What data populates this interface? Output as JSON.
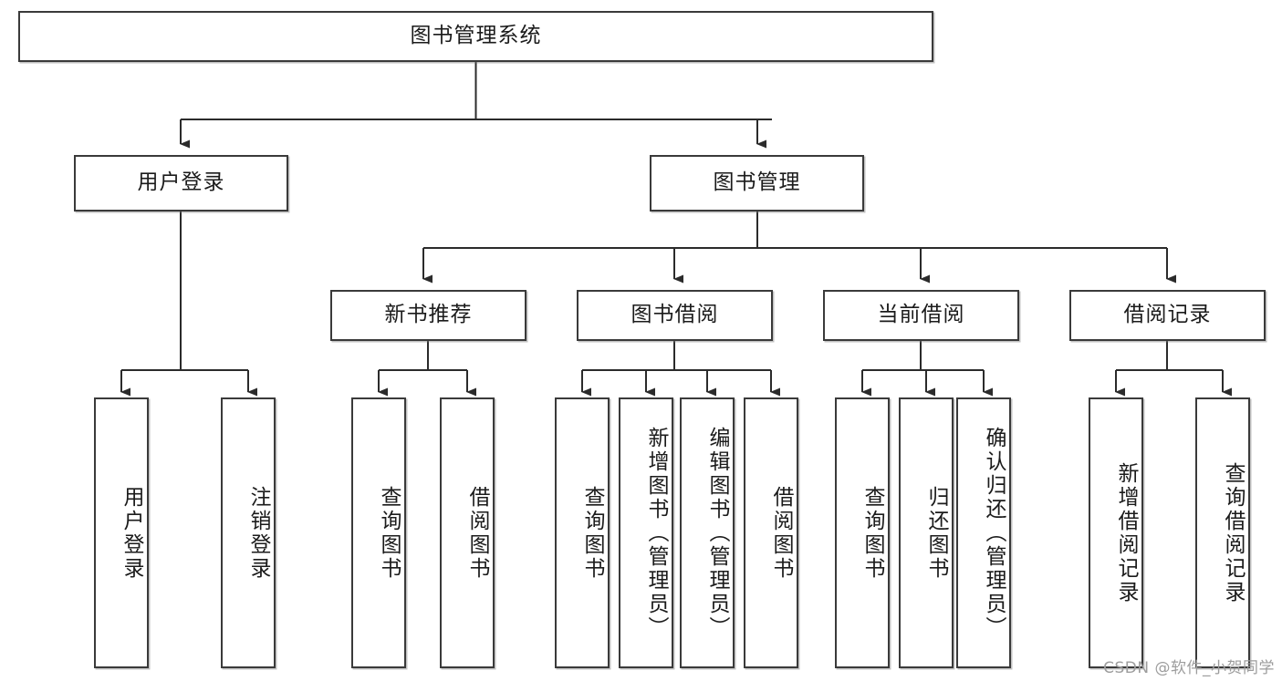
{
  "diagram": {
    "title": "图书管理系统",
    "type": "tree-hierarchy-chart",
    "root": {
      "label": "图书管理系统"
    },
    "level2": [
      {
        "label": "用户登录"
      },
      {
        "label": "图书管理"
      }
    ],
    "level3": [
      {
        "label": "新书推荐"
      },
      {
        "label": "图书借阅"
      },
      {
        "label": "当前借阅"
      },
      {
        "label": "借阅记录"
      }
    ],
    "leaves": {
      "user_login": [
        {
          "label": "用户登录"
        },
        {
          "label": "注销登录"
        }
      ],
      "new_book_recommend": [
        {
          "label": "查询图书"
        },
        {
          "label": "借阅图书"
        }
      ],
      "book_borrow": [
        {
          "label": "查询图书"
        },
        {
          "label": "新增图书（管理员）"
        },
        {
          "label": "编辑图书（管理员）"
        },
        {
          "label": "借阅图书"
        }
      ],
      "current_borrow": [
        {
          "label": "查询图书"
        },
        {
          "label": "归还图书"
        },
        {
          "label": "确认归还（管理员）"
        }
      ],
      "borrow_record": [
        {
          "label": "新增借阅记录"
        },
        {
          "label": "查询借阅记录"
        }
      ]
    }
  },
  "watermark": {
    "text": "CSDN @软件_小贺同学"
  },
  "colors": {
    "background": "#ffffff",
    "box_fill": "#ffffff",
    "box_stroke": "#3a3a3a",
    "connector": "#2b2b2b",
    "text": "#1b1b1b",
    "watermark": "#9d9d9d"
  }
}
